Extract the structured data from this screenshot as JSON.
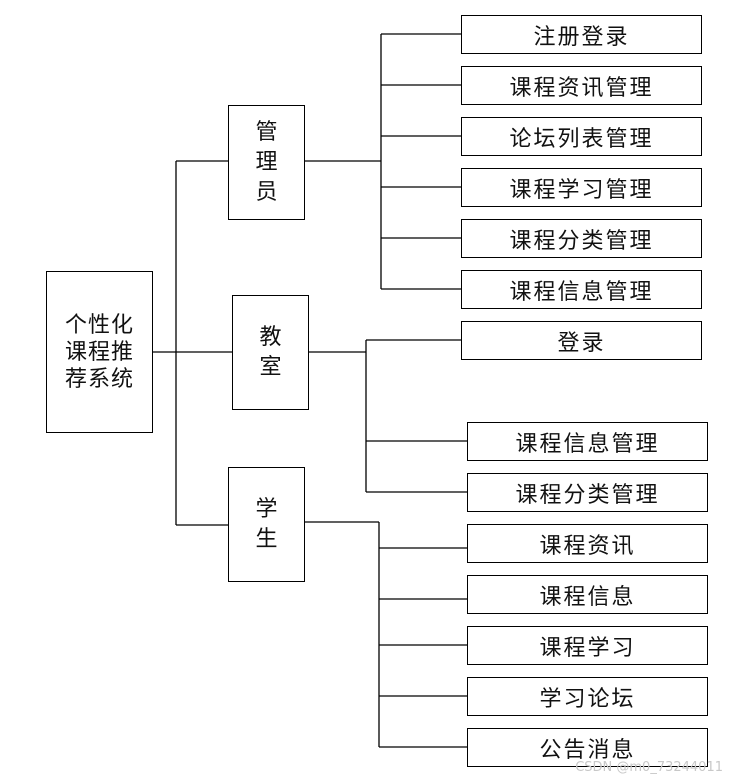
{
  "root": {
    "label": "个性化课程推荐系统"
  },
  "groups": [
    {
      "label": "管理员",
      "children": [
        "注册登录",
        "课程资讯管理",
        "论坛列表管理",
        "课程学习管理",
        "课程分类管理",
        "课程信息管理"
      ]
    },
    {
      "label": "教室",
      "children": [
        "登录",
        "课程信息管理",
        "课程分类管理"
      ]
    },
    {
      "label": "学生",
      "children": [
        "课程资讯",
        "课程信息",
        "课程学习",
        "学习论坛",
        "公告消息"
      ]
    }
  ],
  "watermark": "CSDN @m0_73244011"
}
